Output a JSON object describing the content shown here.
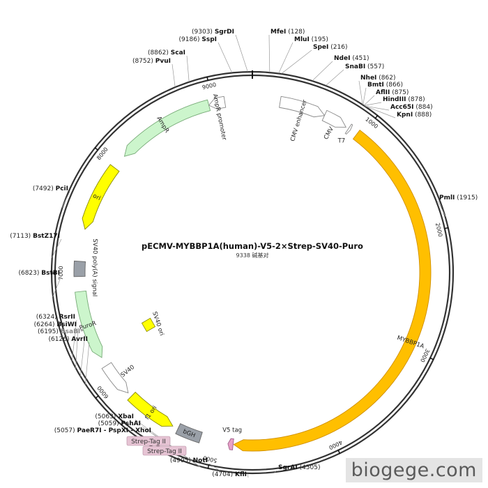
{
  "plasmid": {
    "name": "pECMV-MYBBP1A(human)-V5-2×Strep-SV40-Puro",
    "size_label": "9338 碱基对",
    "total_bp": 9338
  },
  "ticks": [
    {
      "bp": 1000,
      "label": "1000"
    },
    {
      "bp": 2000,
      "label": "2000"
    },
    {
      "bp": 3000,
      "label": "3000"
    },
    {
      "bp": 4000,
      "label": "4000"
    },
    {
      "bp": 5000,
      "label": "5000"
    },
    {
      "bp": 6000,
      "label": "6000"
    },
    {
      "bp": 7000,
      "label": "7000"
    },
    {
      "bp": 8000,
      "label": "8000"
    },
    {
      "bp": 9000,
      "label": "9000"
    }
  ],
  "sites": [
    {
      "pos": "(9303)",
      "name": "SgrDI",
      "bp": 9303
    },
    {
      "pos": "(9186)",
      "name": "SspI",
      "bp": 9186
    },
    {
      "pos": "(8862)",
      "name": "ScaI",
      "bp": 8862
    },
    {
      "pos": "(8752)",
      "name": "PvuI",
      "bp": 8752
    },
    {
      "pos": "(128)",
      "name": "MfeI",
      "bp": 128
    },
    {
      "pos": "(195)",
      "name": "MluI",
      "bp": 195
    },
    {
      "pos": "(216)",
      "name": "SpeI",
      "bp": 216
    },
    {
      "pos": "(451)",
      "name": "NdeI",
      "bp": 451
    },
    {
      "pos": "(557)",
      "name": "SnaBI",
      "bp": 557
    },
    {
      "pos": "(862)",
      "name": "NheI",
      "bp": 862
    },
    {
      "pos": "(866)",
      "name": "BmtI",
      "bp": 866
    },
    {
      "pos": "(875)",
      "name": "AflII",
      "bp": 875
    },
    {
      "pos": "(878)",
      "name": "HindIII",
      "bp": 878
    },
    {
      "pos": "(884)",
      "name": "Acc65I",
      "bp": 884
    },
    {
      "pos": "(888)",
      "name": "KpnI",
      "bp": 888
    },
    {
      "pos": "(1915)",
      "name": "PmlI",
      "bp": 1915
    },
    {
      "pos": "(7492)",
      "name": "PciI",
      "bp": 7492
    },
    {
      "pos": "(7113)",
      "name": "BstZ17I",
      "bp": 7113
    },
    {
      "pos": "(6823)",
      "name": "BstBI",
      "bp": 6823
    },
    {
      "pos": "(6324)",
      "name": "RsrII",
      "bp": 6324
    },
    {
      "pos": "(6264)",
      "name": "BsiWI",
      "bp": 6264
    },
    {
      "pos": "(6195)",
      "name": "BsaBI*",
      "bp": 6195,
      "muted": true
    },
    {
      "pos": "(6126)",
      "name": "AvrII",
      "bp": 6126
    },
    {
      "pos": "(5063)",
      "name": "XbaI",
      "bp": 5063
    },
    {
      "pos": "(5059)",
      "name": "PshAI",
      "bp": 5059
    },
    {
      "pos": "(5057)",
      "name": "PaeR7I - PspXI - XhoI",
      "bp": 5057
    },
    {
      "pos": "(4905)",
      "name": "NotI",
      "bp": 4905
    },
    {
      "pos": "(4704)",
      "name": "KflI",
      "bp": 4704
    },
    {
      "pos": "(4505)",
      "name": "SgrAI",
      "bp": 4505
    }
  ],
  "features": [
    {
      "name": "CMV enhancer",
      "start": 240,
      "end": 640,
      "dir": 1,
      "color": "#ffffff",
      "stroke": "#888888",
      "label": "CMV enhancer",
      "label_mode": "curved"
    },
    {
      "name": "CMV",
      "start": 640,
      "end": 850,
      "dir": 1,
      "color": "#ffffff",
      "stroke": "#888888",
      "label": "CMV",
      "label_mode": "curved"
    },
    {
      "name": "T7",
      "start": 875,
      "end": 895,
      "dir": 1,
      "color": "#ffffff",
      "stroke": "#888888",
      "label": "T7",
      "label_mode": "flat"
    },
    {
      "name": "MYBBP1A",
      "start": 960,
      "end": 4830,
      "dir": 1,
      "color": "#ffbf00",
      "stroke": "#d08f00",
      "label": "MYBBP1A",
      "label_mode": "curved"
    },
    {
      "name": "V5 tag",
      "start": 4835,
      "end": 4880,
      "dir": 1,
      "color": "#e8a0c8",
      "stroke": "#a0608a",
      "label": "V5 tag",
      "label_mode": "flat"
    },
    {
      "name": "bGH",
      "start": 5120,
      "end": 5330,
      "dir": 0,
      "color": "#9aa0a8",
      "stroke": "#666666",
      "label": "bGH",
      "label_mode": "box"
    },
    {
      "name": "f1 ori",
      "start": 5380,
      "end": 5820,
      "dir": -1,
      "color": "#ffff00",
      "stroke": "#888800",
      "label": "f1 ori",
      "label_mode": "curved"
    },
    {
      "name": "SV40",
      "start": 5860,
      "end": 6160,
      "dir": -1,
      "color": "#ffffff",
      "stroke": "#888888",
      "label": "SV40",
      "label_mode": "curved"
    },
    {
      "name": "PuroR",
      "start": 6240,
      "end": 6840,
      "dir": -1,
      "color": "#ccf5cc",
      "stroke": "#77aa77",
      "label": "PuroR",
      "label_mode": "curved"
    },
    {
      "name": "SV40 poly(A) signal",
      "start": 6970,
      "end": 7100,
      "dir": 0,
      "color": "#9aa0a8",
      "stroke": "#666666",
      "label": "SV40 poly(A) signal",
      "label_mode": "curved"
    },
    {
      "name": "ori",
      "start": 7380,
      "end": 7970,
      "dir": -1,
      "color": "#ffff00",
      "stroke": "#888800",
      "label": "ori",
      "label_mode": "curved"
    },
    {
      "name": "AmpR",
      "start": 8100,
      "end": 8960,
      "dir": -1,
      "color": "#ccf5cc",
      "stroke": "#77aa77",
      "label": "AmpR",
      "label_mode": "curved"
    },
    {
      "name": "AmpR promoter",
      "start": 8960,
      "end": 9100,
      "dir": -1,
      "color": "#ffffff",
      "stroke": "#888888",
      "label": "AmpR promoter",
      "label_mode": "curved"
    }
  ],
  "strep_tags": [
    "Strep-Tag II",
    "Strep-Tag II"
  ],
  "sv40_ori_label": "SV40 ori",
  "watermark": "biogege.com"
}
